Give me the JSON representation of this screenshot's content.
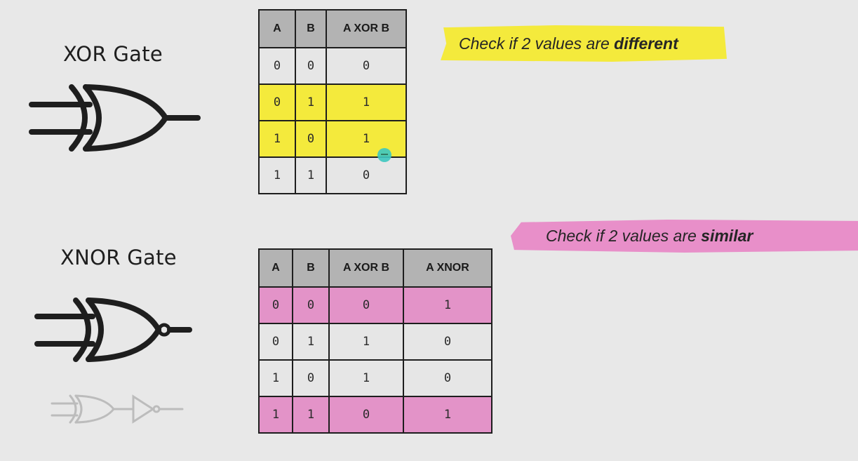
{
  "xor_section": {
    "title": "XOR Gate",
    "table": {
      "headers": [
        "A",
        "B",
        "A XOR B"
      ],
      "rows": [
        [
          "0",
          "0",
          "0"
        ],
        [
          "0",
          "1",
          "1"
        ],
        [
          "1",
          "0",
          "1"
        ],
        [
          "1",
          "1",
          "0"
        ]
      ],
      "highlighted_rows": [
        1,
        2
      ],
      "highlight_color": "#f4ea3c"
    },
    "note": {
      "prefix": "Check if 2 values are ",
      "emphasis": "different",
      "color": "#f4ea3c"
    }
  },
  "xnor_section": {
    "title": "XNOR Gate",
    "table": {
      "headers": [
        "A",
        "B",
        "A XOR B",
        "A XNOR"
      ],
      "rows": [
        [
          "0",
          "0",
          "0",
          "1"
        ],
        [
          "0",
          "1",
          "1",
          "0"
        ],
        [
          "1",
          "0",
          "1",
          "0"
        ],
        [
          "1",
          "1",
          "0",
          "1"
        ]
      ],
      "highlighted_rows": [
        0,
        3
      ],
      "highlight_color": "#e393c8"
    },
    "note": {
      "prefix": "Check if 2 values are ",
      "emphasis": "similar",
      "color": "#e88fc9"
    }
  },
  "colors": {
    "background": "#e8e8e8",
    "header_fill": "#b3b3b3",
    "cell_fill": "#e6e6e6",
    "stroke": "#1e1e1e",
    "faded_gate": "#bcbcbc"
  },
  "icons": [
    "xor-gate-icon",
    "xnor-gate-icon",
    "xor-plus-not-gate-icon",
    "cursor-icon"
  ]
}
